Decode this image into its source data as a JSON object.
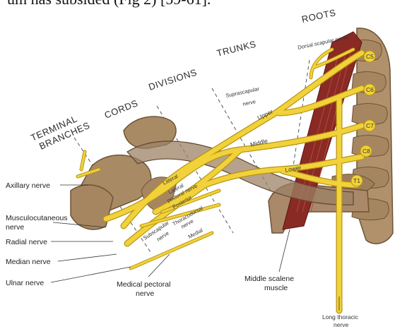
{
  "caption_text": "um has subsided (Fig 2) [59-61].",
  "headers": {
    "roots": "ROOTS",
    "trunks": "TRUNKS",
    "divisions": "DIVISIONS",
    "cords": "CORDS",
    "terminal_line1": "TERMINAL",
    "terminal_line2": "BRANCHES"
  },
  "roots": [
    "C5",
    "C6",
    "C7",
    "C8",
    "T1"
  ],
  "trunks": {
    "upper": "Upper",
    "middle": "Middle",
    "lower": "Lower"
  },
  "cords": {
    "lateral": "Lateral",
    "posterior": "Posterior",
    "medial": "Medial"
  },
  "nerves": {
    "dorsal_scapular": "Dorsal scapular nerve",
    "suprascapular_1": "Suprascapular",
    "suprascapular_2": "nerve",
    "lateral_pectoral_1": "Lateral",
    "lateral_pectoral_2": "pectoral nerve",
    "subscapular_1": "Subscapular",
    "subscapular_2": "nerve",
    "thoracodorsal_1": "Thoracodorsal",
    "thoracodorsal_2": "nerve",
    "axillary": "Axillary nerve",
    "musculocutaneous_1": "Musculocutaneous",
    "musculocutaneous_2": "nerve",
    "radial": "Radial nerve",
    "median": "Median nerve",
    "ulnar": "Ulnar nerve",
    "medial_pectoral_1": "Medical pectoral",
    "medial_pectoral_2": "nerve",
    "middle_scalene_1": "Middle scalene",
    "middle_scalene_2": "muscle",
    "long_thoracic_1": "Long thoracic",
    "long_thoracic_2": "nerve"
  },
  "colors": {
    "nerve": "#f2d23a",
    "nerve_outline": "#b89512",
    "bone": "#a88a64",
    "bone_dark": "#7a5f3f",
    "muscle": "#8a2a24",
    "clavicle": "#9c8266"
  }
}
